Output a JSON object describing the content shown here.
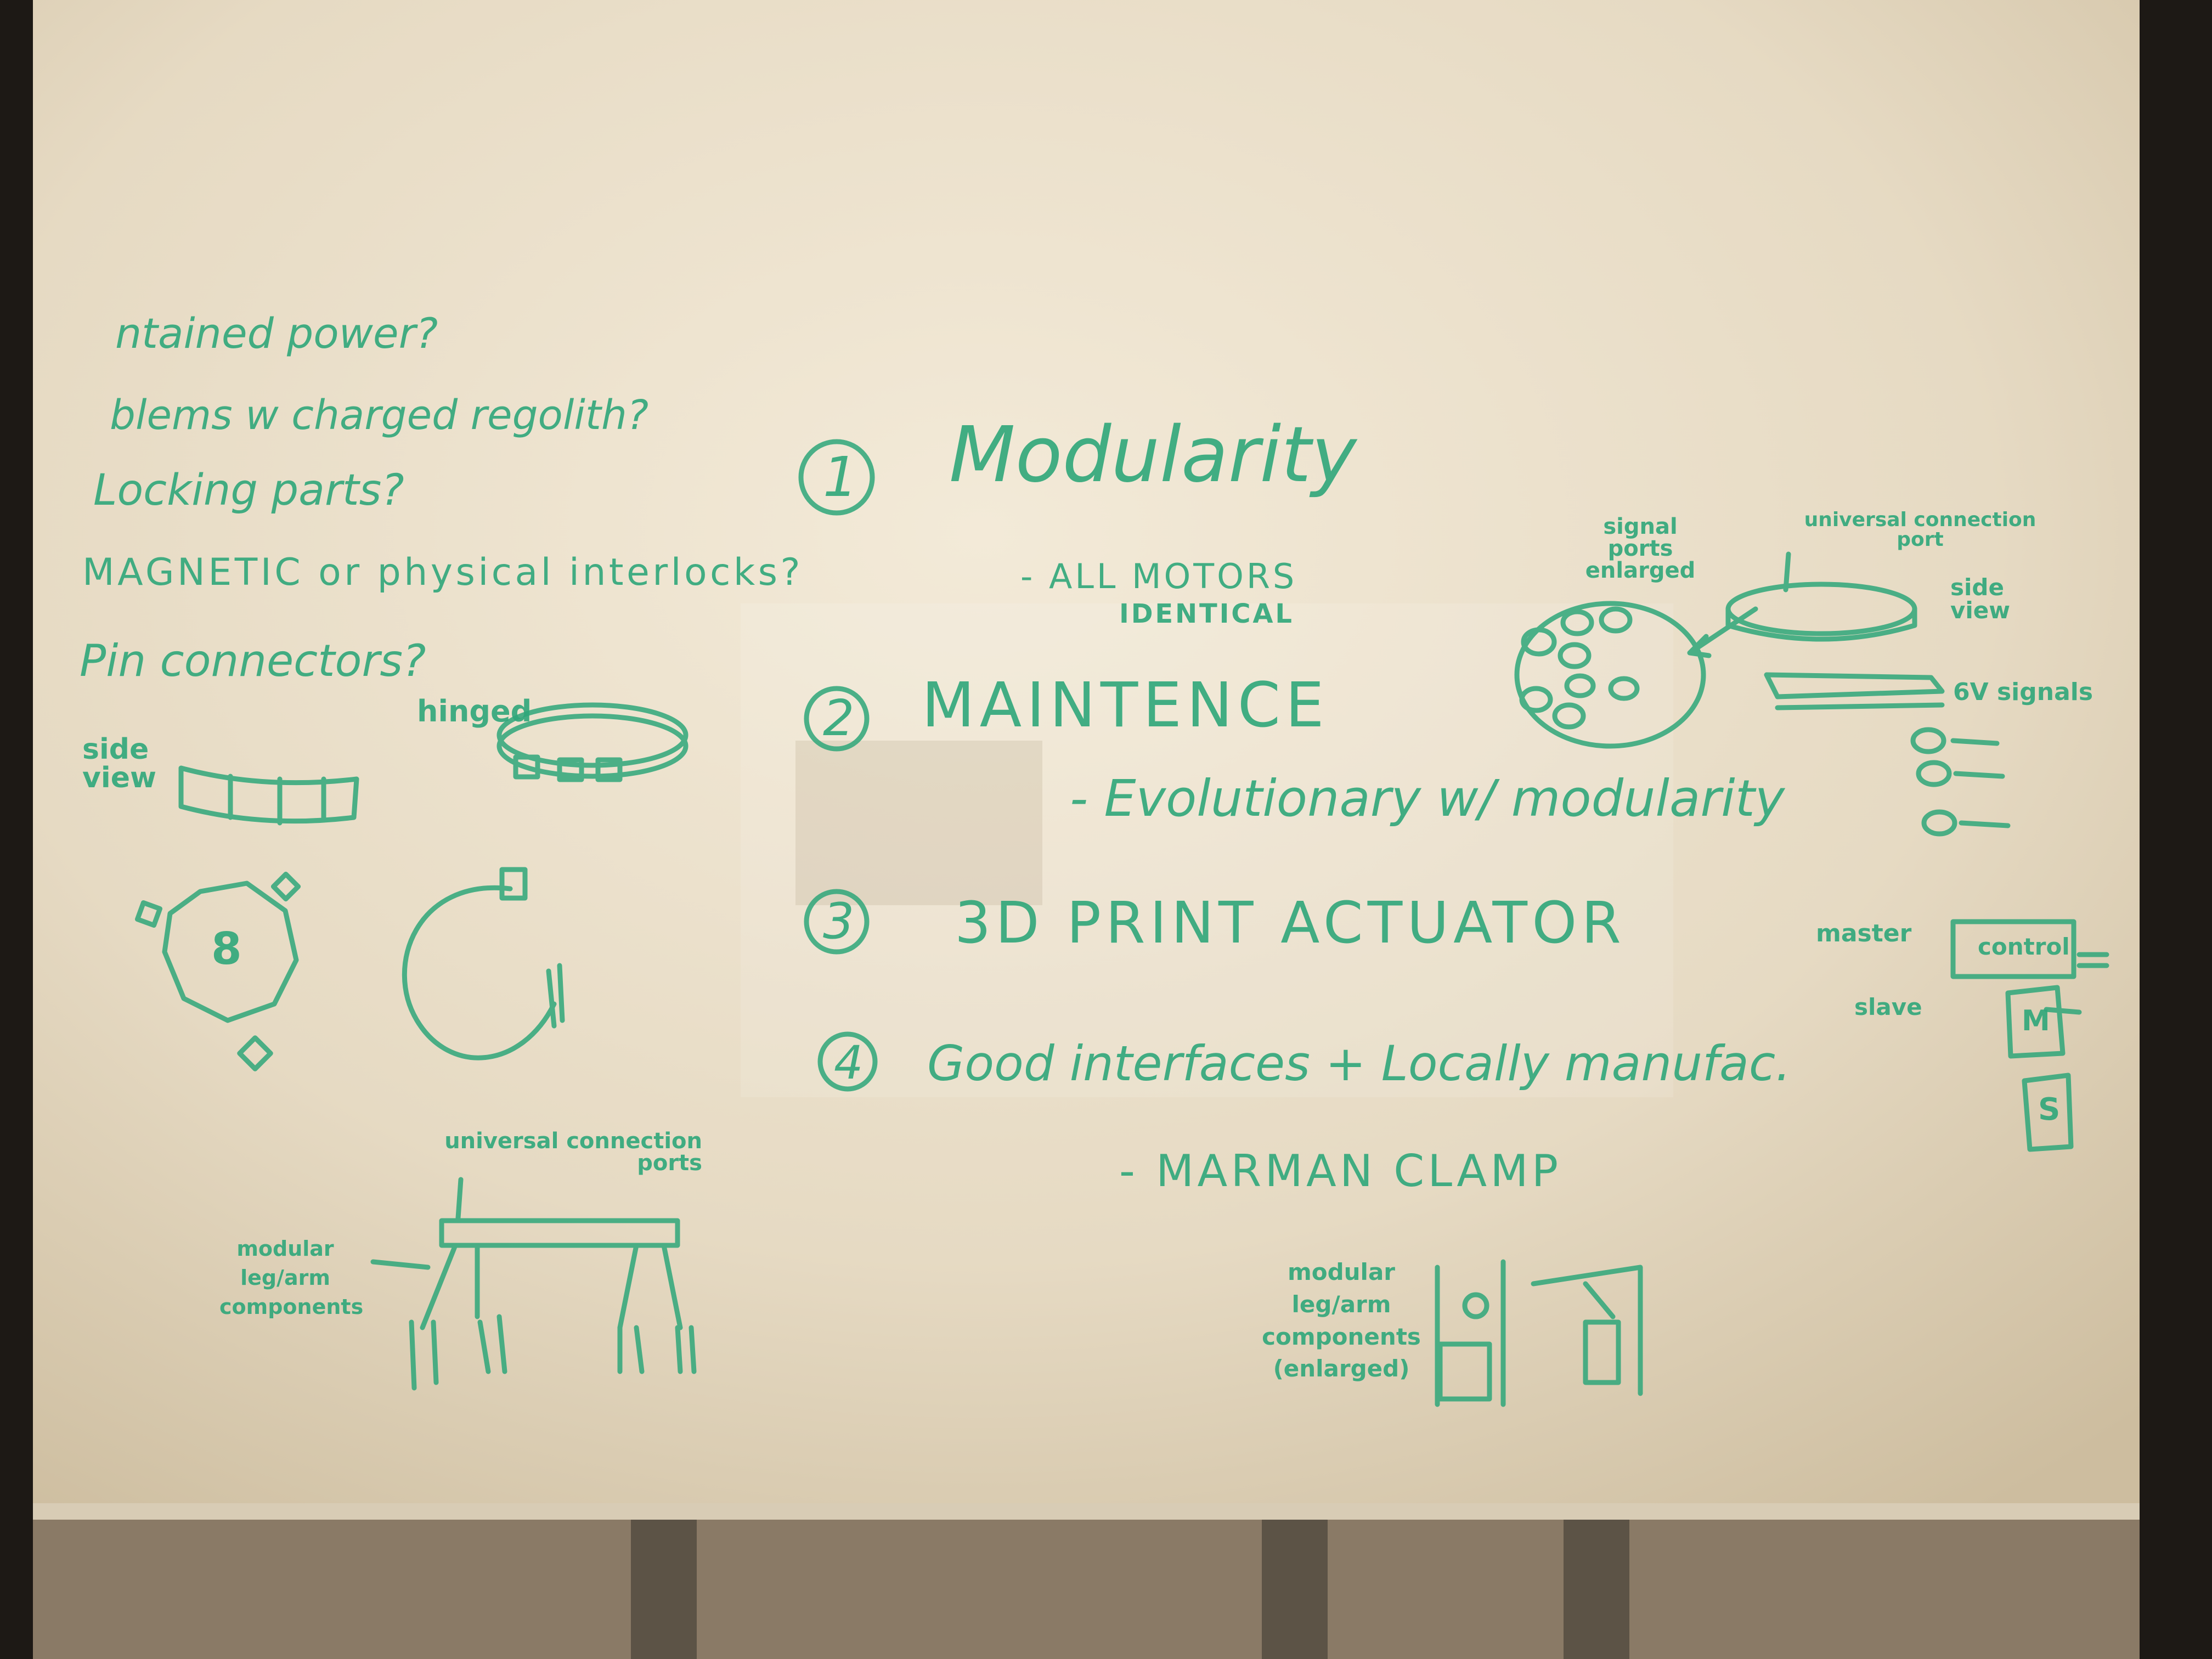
{
  "colors": {
    "board_light": "#f3ead8",
    "board_mid": "#e3d6bd",
    "board_dark": "#c9b898",
    "frame": "#1d1915",
    "floor": "#8a7a66",
    "marker_ink": "#2fa77a"
  },
  "left_notes": [
    "ntained power?",
    "blems w charged regolith?",
    "Locking parts?",
    "MAGNETIC or physical interlocks?",
    "Pin connectors?"
  ],
  "main_list": [
    {
      "num": "1",
      "title": "Modularity",
      "sub": "- ALL MOTORS",
      "sub2": "IDENTICAL"
    },
    {
      "num": "2",
      "title": "MAINTENCE",
      "sub": "- Evolutionary w/ modularity",
      "sub2": ""
    },
    {
      "num": "3",
      "title": "3D PRINT ACTUATOR",
      "sub": "",
      "sub2": ""
    },
    {
      "num": "4",
      "title": "Good interfaces + Locally manufac.",
      "sub": "- MARMAN CLAMP",
      "sub2": ""
    }
  ],
  "sketch_labels": {
    "side_view_left": "side view",
    "hinged": "hinged",
    "octagon_number": "8",
    "universal_ports_bottom": "universal connection ports",
    "modular_leg_left": "modular leg/arm components",
    "modular_leg_right": "modular leg/arm components (enlarged)",
    "signal_ports": "signal ports enlarged",
    "universal_port_right": "universal connection port",
    "side_view_right": "side view",
    "signals": "6V signals",
    "master": "master",
    "slave": "slave",
    "control_box": "control",
    "m_box": "M",
    "s_box": "S"
  }
}
